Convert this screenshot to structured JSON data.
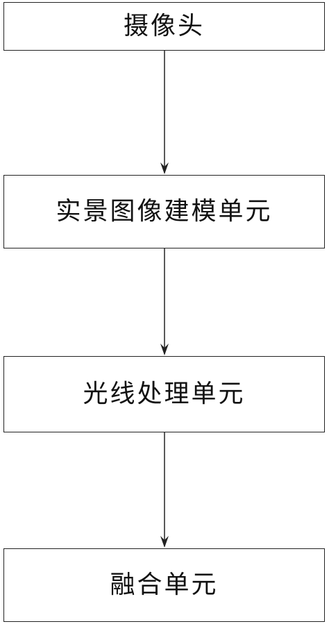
{
  "diagram": {
    "nodes": [
      {
        "id": "n1",
        "label": "摄像头"
      },
      {
        "id": "n2",
        "label": "实景图像建模单元"
      },
      {
        "id": "n3",
        "label": "光线处理单元"
      },
      {
        "id": "n4",
        "label": "融合单元"
      }
    ],
    "edges": [
      {
        "from": "n1",
        "to": "n2"
      },
      {
        "from": "n2",
        "to": "n3"
      },
      {
        "from": "n3",
        "to": "n4"
      }
    ],
    "colors": {
      "stroke": "#222222",
      "text": "#111111",
      "background": "#ffffff"
    }
  }
}
